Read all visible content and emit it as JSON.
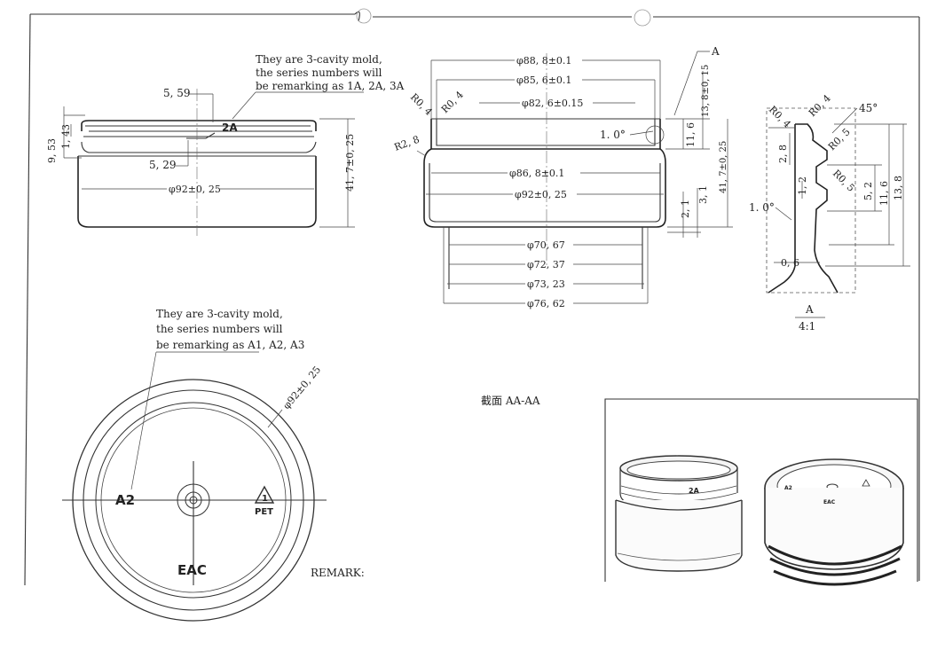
{
  "notes": {
    "top_note": [
      "They are 3-cavity mold,",
      "the series numbers will",
      "be remarking as 1A, 2A, 3A"
    ],
    "bottom_note": [
      "They are 3-cavity mold,",
      "the series numbers will",
      "be remarking as A1, A2, A3"
    ],
    "remark_label": "REMARK:",
    "section_label": "截面 AA-AA"
  },
  "side_view": {
    "mark": "2A",
    "dims": [
      "5, 59",
      "5, 29",
      "9, 53",
      "1, 43",
      "φ92±0, 25",
      "41, 7±0, 25"
    ]
  },
  "section_view": {
    "diameters": [
      "φ88, 8±0.1",
      "φ85, 6±0.1",
      "φ82, 6±0.15",
      "φ86, 8±0.1",
      "φ92±0, 25",
      "φ70, 67",
      "φ72, 37",
      "φ73, 23",
      "φ76, 62"
    ],
    "radii": [
      "R0, 4",
      "R0, 4",
      "R2, 8"
    ],
    "heights": [
      "13, 8±0, 15",
      "11, 6",
      "41, 7±0, 25",
      "2, 1",
      "3, 1"
    ],
    "angle": "1. 0°",
    "callout": "A"
  },
  "detail_view": {
    "labels": [
      "R0, 4",
      "R0, 4",
      "45°",
      "R0, 5",
      "R0, 5",
      "2, 8",
      "1, 2",
      "5, 2",
      "11, 6",
      "13, 8",
      "0, 6",
      "1. 0°"
    ],
    "name": "A",
    "scale": "4:1"
  },
  "bottom_view": {
    "cavity_mark": "A2",
    "diameter": "φ92±0, 25",
    "recycle_number": "1",
    "recycle_label": "PET",
    "cert_mark": "EAC"
  },
  "render": {
    "jar_mark": "2A",
    "lid_marks": [
      "A2",
      "EAC"
    ]
  }
}
